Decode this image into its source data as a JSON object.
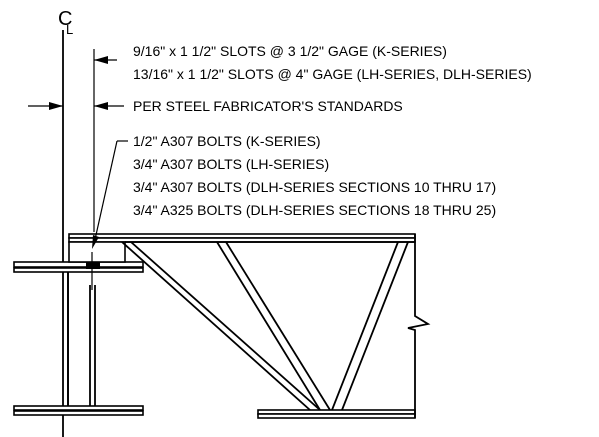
{
  "centerline": {
    "symbol_top": "C",
    "symbol_bottom": "L"
  },
  "notes": {
    "slots_k": "9/16\" x 1 1/2\" SLOTS @ 3 1/2\" GAGE  (K-SERIES)",
    "slots_lh": "13/16\" x 1 1/2\" SLOTS @ 4\" GAGE  (LH-SERIES, DLH-SERIES)",
    "fabricator": "PER STEEL FABRICATOR'S STANDARDS",
    "bolts": [
      "1/2\" A307 BOLTS  (K-SERIES)",
      "3/4\" A307 BOLTS  (LH-SERIES)",
      "3/4\" A307 BOLTS  (DLH-SERIES SECTIONS 10 THRU 17)",
      "3/4\" A325 BOLTS  (DLH-SERIES SECTIONS 18 THRU 25)"
    ]
  },
  "colors": {
    "ink": "#000000",
    "paper": "#ffffff"
  }
}
